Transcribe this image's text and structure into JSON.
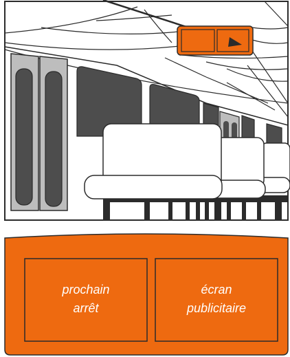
{
  "colors": {
    "accent": "#EE6A10",
    "outline": "#2b2b2b",
    "window_dark": "#4d4d4d",
    "door": "#bdbdbd",
    "seat": "#ffffff",
    "background": "#ffffff"
  },
  "screens": [
    {
      "line1": "prochain",
      "line2": "arrêt"
    },
    {
      "line1": "écran",
      "line2": "publicitaire"
    }
  ]
}
